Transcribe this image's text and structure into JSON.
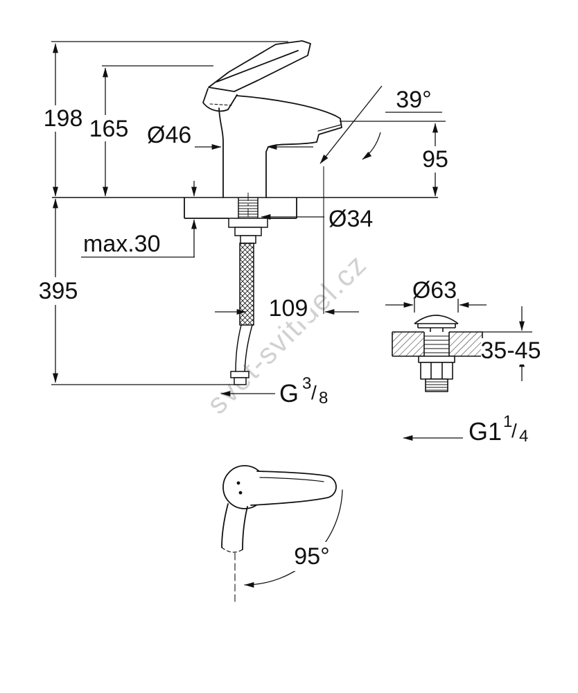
{
  "watermark": "svet-svitidel.cz",
  "main_view": {
    "total_height": "198",
    "height_to_lever": "165",
    "body_diameter": "Ø46",
    "stream_angle": "39°",
    "spout_height": "95",
    "hole_diameter": "Ø34",
    "max_deck_thickness": "max.30",
    "below_deck_length": "395",
    "spout_reach": "109",
    "supply_thread": {
      "base": "G",
      "numerator": "3",
      "slash": "/",
      "denominator": "8"
    }
  },
  "waste_view": {
    "cap_diameter": "Ø63",
    "deck_thickness_range": "35-45",
    "thread": {
      "base": "G1",
      "numerator": "1",
      "slash": "/",
      "denominator": "4"
    }
  },
  "top_view": {
    "handle_swivel_angle": "95°"
  }
}
